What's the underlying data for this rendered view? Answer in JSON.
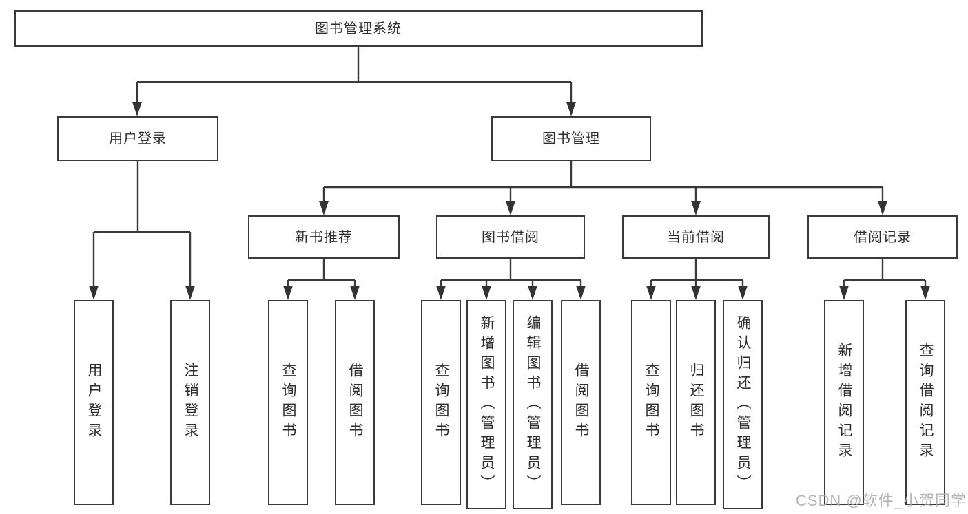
{
  "diagram_title": "图书管理系统",
  "nodes": {
    "root": {
      "label": "图书管理系统"
    },
    "level2": [
      {
        "id": "user-login",
        "label": "用户登录"
      },
      {
        "id": "book-management",
        "label": "图书管理"
      }
    ],
    "level3": [
      {
        "id": "new-book-recommend",
        "label": "新书推荐",
        "parent": "图书管理"
      },
      {
        "id": "book-borrowing",
        "label": "图书借阅",
        "parent": "图书管理"
      },
      {
        "id": "current-borrowing",
        "label": "当前借阅",
        "parent": "图书管理"
      },
      {
        "id": "borrowing-records",
        "label": "借阅记录",
        "parent": "图书管理"
      }
    ],
    "leaves": [
      {
        "id": "user-login",
        "label": "用户登录",
        "parent": "用户登录"
      },
      {
        "id": "logout",
        "label": "注销登录",
        "parent": "用户登录"
      },
      {
        "id": "query-books-1",
        "label": "查询图书",
        "parent": "新书推荐"
      },
      {
        "id": "borrow-books-1",
        "label": "借阅图书",
        "parent": "新书推荐"
      },
      {
        "id": "query-books-2",
        "label": "查询图书",
        "parent": "图书借阅"
      },
      {
        "id": "add-books-admin",
        "label": "新增图书（管理员）",
        "parent": "图书借阅"
      },
      {
        "id": "edit-books-admin",
        "label": "编辑图书（管理员）",
        "parent": "图书借阅"
      },
      {
        "id": "borrow-books-2",
        "label": "借阅图书",
        "parent": "图书借阅"
      },
      {
        "id": "query-books-3",
        "label": "查询图书",
        "parent": "当前借阅"
      },
      {
        "id": "return-books",
        "label": "归还图书",
        "parent": "当前借阅"
      },
      {
        "id": "confirm-return-admin",
        "label": "确认归还（管理员）",
        "parent": "当前借阅"
      },
      {
        "id": "add-borrow-record",
        "label": "新增借阅记录",
        "parent": "借阅记录"
      },
      {
        "id": "query-borrow-record",
        "label": "查询借阅记录",
        "parent": "借阅记录"
      }
    ]
  },
  "watermark": {
    "text": "CSDN @软件_小贺同学"
  },
  "colors": {
    "line": "#3a3a3a",
    "box_border": "#3a3a3a",
    "box_fill": "#ffffff",
    "text": "#2d2d2d",
    "watermark": "#aaaaaa",
    "background": "#ffffff"
  }
}
